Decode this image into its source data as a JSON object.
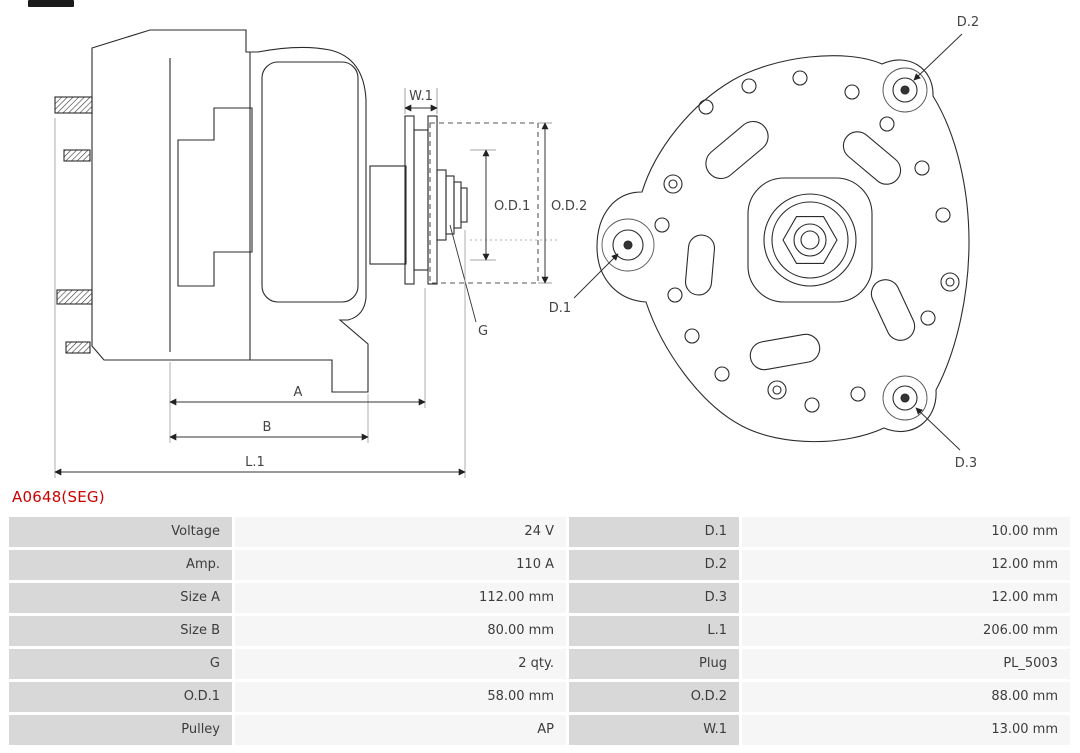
{
  "part_number": "A0648(SEG)",
  "colors": {
    "part_number_red": "#cc0000",
    "table_label_bg": "#d8d8d8",
    "table_value_bg": "#f6f6f6",
    "line_color": "#2b2b2b"
  },
  "diagram": {
    "side_view_labels": {
      "w1": "W.1",
      "od1": "O.D.1",
      "od2": "O.D.2",
      "g": "G",
      "a": "A",
      "b": "B",
      "l1": "L.1"
    },
    "rear_view_labels": {
      "d1": "D.1",
      "d2": "D.2",
      "d3": "D.3"
    }
  },
  "spec_table": {
    "rows": [
      {
        "label1": "Voltage",
        "value1": "24 V",
        "label2": "D.1",
        "value2": "10.00 mm"
      },
      {
        "label1": "Amp.",
        "value1": "110 A",
        "label2": "D.2",
        "value2": "12.00 mm"
      },
      {
        "label1": "Size A",
        "value1": "112.00 mm",
        "label2": "D.3",
        "value2": "12.00 mm"
      },
      {
        "label1": "Size B",
        "value1": "80.00 mm",
        "label2": "L.1",
        "value2": "206.00 mm"
      },
      {
        "label1": "G",
        "value1": "2 qty.",
        "label2": "Plug",
        "value2": "PL_5003"
      },
      {
        "label1": "O.D.1",
        "value1": "58.00 mm",
        "label2": "O.D.2",
        "value2": "88.00 mm"
      },
      {
        "label1": "Pulley",
        "value1": "AP",
        "label2": "W.1",
        "value2": "13.00 mm"
      }
    ]
  }
}
